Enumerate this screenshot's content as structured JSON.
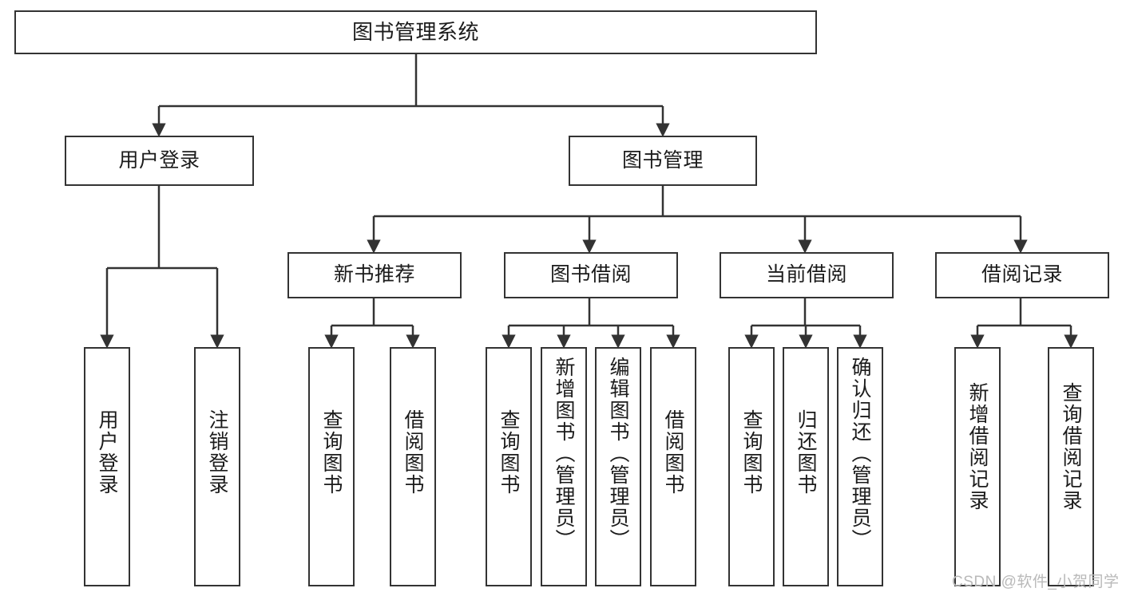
{
  "diagram": {
    "title": "图书管理系统",
    "type": "tree",
    "watermark": "CSDN @软件_小贺同学",
    "colors": {
      "stroke": "#333333",
      "fill": "#ffffff",
      "text": "#1b1b1b",
      "watermark": "#b9b9b9"
    },
    "nodes": {
      "root": {
        "label": "图书管理系统",
        "level": 1
      },
      "user_login": {
        "label": "用户登录",
        "level": 2
      },
      "book_manage": {
        "label": "图书管理",
        "level": 2
      },
      "new_book_rec": {
        "label": "新书推荐",
        "level": 3
      },
      "book_borrow": {
        "label": "图书借阅",
        "level": 3
      },
      "current_borrow": {
        "label": "当前借阅",
        "level": 3
      },
      "borrow_record": {
        "label": "借阅记录",
        "level": 3
      },
      "leaf_user_login": {
        "label": "用户登录",
        "level": 4,
        "parent": "用户登录"
      },
      "leaf_logout": {
        "label": "注销登录",
        "level": 4,
        "parent": "用户登录"
      },
      "leaf_query_book_1": {
        "label": "查询图书",
        "level": 4,
        "parent": "新书推荐"
      },
      "leaf_borrow_book_1": {
        "label": "借阅图书",
        "level": 4,
        "parent": "新书推荐"
      },
      "leaf_query_book_2": {
        "label": "查询图书",
        "level": 4,
        "parent": "图书借阅"
      },
      "leaf_add_book": {
        "label": "新增图书（管理员）",
        "level": 4,
        "parent": "图书借阅"
      },
      "leaf_edit_book": {
        "label": "编辑图书（管理员）",
        "level": 4,
        "parent": "图书借阅"
      },
      "leaf_borrow_book_2": {
        "label": "借阅图书",
        "level": 4,
        "parent": "图书借阅"
      },
      "leaf_query_book_3": {
        "label": "查询图书",
        "level": 4,
        "parent": "当前借阅"
      },
      "leaf_return_book": {
        "label": "归还图书",
        "level": 4,
        "parent": "当前借阅"
      },
      "leaf_confirm_return": {
        "label": "确认归还（管理员）",
        "level": 4,
        "parent": "当前借阅"
      },
      "leaf_add_record": {
        "label": "新增借阅记录",
        "level": 4,
        "parent": "借阅记录"
      },
      "leaf_query_record": {
        "label": "查询借阅记录",
        "level": 4,
        "parent": "借阅记录"
      }
    }
  }
}
